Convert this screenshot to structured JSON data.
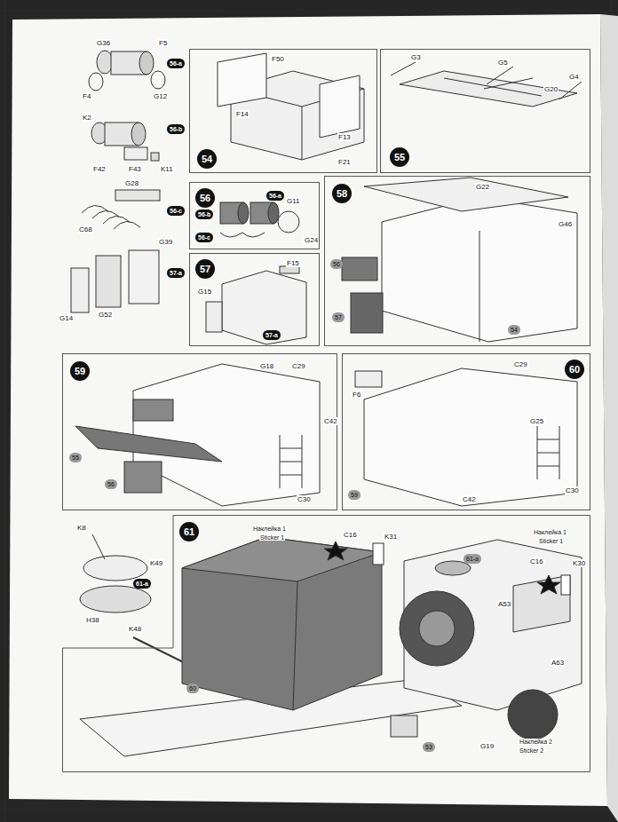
{
  "diagram": {
    "nodes": [
      {
        "text": [
          "54"
        ]
      },
      {
        "text": [
          "55"
        ]
      },
      {
        "text": [
          "56"
        ]
      },
      {
        "text": [
          "58"
        ]
      },
      {
        "text": [
          "57"
        ]
      },
      {
        "text": [
          "59"
        ]
      },
      {
        "text": [
          "60"
        ]
      },
      {
        "text": [
          "61"
        ]
      }
    ],
    "labels": [
      "G36",
      "F5",
      "F4",
      "G12",
      "56-a",
      "K2",
      "F42",
      "F43",
      "K11",
      "56-b",
      "G28",
      "C68",
      "56-c",
      "G14",
      "G52",
      "G39",
      "57-a",
      "F50",
      "F14",
      "F13",
      "F21",
      "G3",
      "G5",
      "G20",
      "G4",
      "56-b",
      "56-a",
      "56-c",
      "G11",
      "G24",
      "F15",
      "G15",
      "57-a",
      "G22",
      "G46",
      "56",
      "57",
      "54",
      "G18",
      "C29",
      "C42",
      "55",
      "56",
      "C30",
      "F6",
      "C29",
      "59",
      "C42",
      "G25",
      "C30",
      "K8",
      "K49",
      "H38",
      "61-a",
      "Наклейка 1",
      "Sticker 1",
      "C16",
      "K31",
      "61-a",
      "Наклейка 1",
      "Sticker 1",
      "C16",
      "K30",
      "A53",
      "A63",
      "K48",
      "60",
      "53",
      "G19",
      "Наклейка 2",
      "Sticker 2"
    ]
  }
}
